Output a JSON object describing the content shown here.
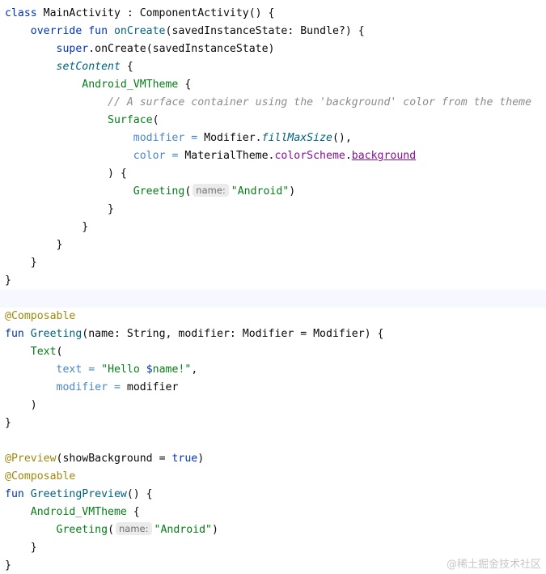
{
  "lines": [
    [
      {
        "t": "class ",
        "c": "kw"
      },
      {
        "t": "MainActivity : ComponentActivity() {"
      }
    ],
    [
      {
        "t": "    "
      },
      {
        "t": "override fun ",
        "c": "kw"
      },
      {
        "t": "onCreate",
        "c": "fn"
      },
      {
        "t": "(savedInstanceState: Bundle?) {"
      }
    ],
    [
      {
        "t": "        "
      },
      {
        "t": "super",
        "c": "kw"
      },
      {
        "t": ".onCreate(savedInstanceState)"
      }
    ],
    [
      {
        "t": "        "
      },
      {
        "t": "setContent",
        "c": "fn ital"
      },
      {
        "t": " {"
      }
    ],
    [
      {
        "t": "            "
      },
      {
        "t": "Android_VMTheme",
        "c": "cmp"
      },
      {
        "t": " {"
      }
    ],
    [
      {
        "t": "                "
      },
      {
        "t": "// A surface container using the 'background' color from the theme",
        "c": "cmt"
      }
    ],
    [
      {
        "t": "                "
      },
      {
        "t": "Surface",
        "c": "cmp"
      },
      {
        "t": "("
      }
    ],
    [
      {
        "t": "                    "
      },
      {
        "t": "modifier",
        "c": "named"
      },
      {
        "t": " = ",
        "c": "named"
      },
      {
        "t": "Modifier."
      },
      {
        "t": "fillMaxSize",
        "c": "fn ital"
      },
      {
        "t": "(),"
      }
    ],
    [
      {
        "t": "                    "
      },
      {
        "t": "color",
        "c": "named"
      },
      {
        "t": " = ",
        "c": "named"
      },
      {
        "t": "MaterialTheme."
      },
      {
        "t": "colorScheme",
        "c": "prop"
      },
      {
        "t": "."
      },
      {
        "t": "background",
        "c": "prop under"
      }
    ],
    [
      {
        "t": "                "
      },
      {
        "t": ") {"
      }
    ],
    [
      {
        "t": "                    "
      },
      {
        "t": "Greeting",
        "c": "cmp"
      },
      {
        "t": "("
      },
      {
        "h": "name:"
      },
      {
        "t": "\"Android\"",
        "c": "str"
      },
      {
        "t": ")"
      }
    ],
    [
      {
        "t": "                "
      },
      {
        "t": "}"
      }
    ],
    [
      {
        "t": "            "
      },
      {
        "t": "}"
      }
    ],
    [
      {
        "t": "        "
      },
      {
        "t": "}"
      }
    ],
    [
      {
        "t": "    "
      },
      {
        "t": "}"
      }
    ],
    [
      {
        "t": "}"
      }
    ],
    [],
    [
      {
        "t": "@Composable",
        "c": "ann"
      }
    ],
    [
      {
        "t": "fun ",
        "c": "kw"
      },
      {
        "t": "Greeting",
        "c": "fn"
      },
      {
        "t": "(name: String, modifier: Modifier = Modifier) {"
      }
    ],
    [
      {
        "t": "    "
      },
      {
        "t": "Text",
        "c": "cmp"
      },
      {
        "t": "("
      }
    ],
    [
      {
        "t": "        "
      },
      {
        "t": "text",
        "c": "named"
      },
      {
        "t": " = ",
        "c": "named"
      },
      {
        "t": "\"Hello ",
        "c": "str"
      },
      {
        "t": "$",
        "c": "kw"
      },
      {
        "t": "name",
        "c": "str"
      },
      {
        "t": "!\"",
        "c": "str"
      },
      {
        "t": ","
      }
    ],
    [
      {
        "t": "        "
      },
      {
        "t": "modifier",
        "c": "named"
      },
      {
        "t": " = ",
        "c": "named"
      },
      {
        "t": "modifier"
      }
    ],
    [
      {
        "t": "    "
      },
      {
        "t": ")"
      }
    ],
    [
      {
        "t": "}"
      }
    ],
    [],
    [
      {
        "t": "@Preview",
        "c": "ann"
      },
      {
        "t": "(showBackground = "
      },
      {
        "t": "true",
        "c": "kw"
      },
      {
        "t": ")"
      }
    ],
    [
      {
        "t": "@Composable",
        "c": "ann"
      }
    ],
    [
      {
        "t": "fun ",
        "c": "kw"
      },
      {
        "t": "GreetingPreview",
        "c": "fn"
      },
      {
        "t": "() {"
      }
    ],
    [
      {
        "t": "    "
      },
      {
        "t": "Android_VMTheme",
        "c": "cmp"
      },
      {
        "t": " {"
      }
    ],
    [
      {
        "t": "        "
      },
      {
        "t": "Greeting",
        "c": "cmp"
      },
      {
        "t": "("
      },
      {
        "h": "name:"
      },
      {
        "t": "\"Android\"",
        "c": "str"
      },
      {
        "t": ")"
      }
    ],
    [
      {
        "t": "    "
      },
      {
        "t": "}"
      }
    ],
    [
      {
        "t": "}"
      }
    ]
  ],
  "current_line": 16,
  "watermark": "@稀土掘金技术社区"
}
